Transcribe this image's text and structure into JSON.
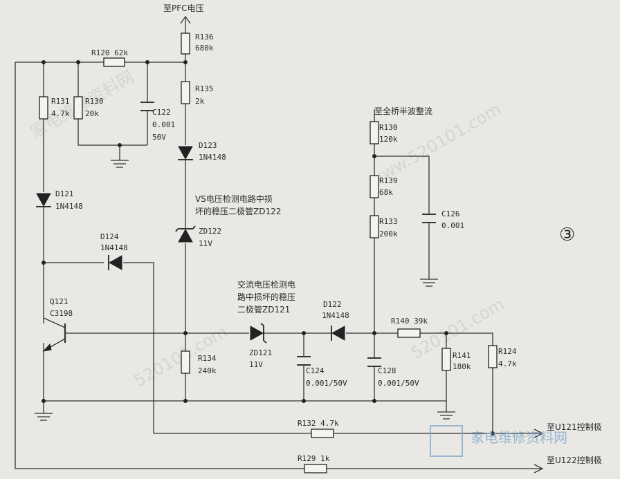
{
  "title_top": "至PFC电压",
  "circle_num": "③",
  "watermark": {
    "url": "www.520101.com",
    "short": "520101.com",
    "cn": "家电维修资料网",
    "logo_cn": "家电维修资料网"
  },
  "labels": {
    "r120": "R120  62k",
    "r136a": "R136",
    "r136b": "680k",
    "r131a": "R131",
    "r131b": "4.7k",
    "r130a": "R130",
    "r130b": "20k",
    "c122a": "C122",
    "c122b": "0.001",
    "c122c": "50V",
    "r135a": "R135",
    "r135b": "2k",
    "d123a": "D123",
    "d123b": "1N4148",
    "d121a": "D121",
    "d121b": "1N4148",
    "vsnote1": "VS电压检测电路中损",
    "vsnote2": "坏的稳压二极管ZD122",
    "zd122a": "ZD122",
    "zd122b": "11V",
    "d124a": "D124",
    "d124b": "1N4148",
    "q121a": "Q121",
    "q121b": "C3198",
    "acnote1": "交流电压检测电",
    "acnote2": "路中损坏的稳压",
    "acnote3": "二极管ZD121",
    "d122a": "D122",
    "d122b": "1N4148",
    "zd121a": "ZD121",
    "zd121b": "11V",
    "r134a": "R134",
    "r134b": "240k",
    "c124a": "C124",
    "c124b": "0.001/50V",
    "c128a": "C128",
    "c128b": "0.001/50V",
    "r140": "R140  39k",
    "r141a": "R141",
    "r141b": "180k",
    "r124a": "R124",
    "r124b": "4.7k",
    "topright": "至全桥半波整流",
    "r130ra": "R130",
    "r130rb": "120k",
    "r139a": "R139",
    "r139b": "68k",
    "r133a": "R133",
    "r133b": "200k",
    "c126a": "C126",
    "c126b": "0.001",
    "r132": "R132  4.7k",
    "r129": "R129  1k",
    "out1": "至U121控制极",
    "out2": "至U122控制极"
  }
}
